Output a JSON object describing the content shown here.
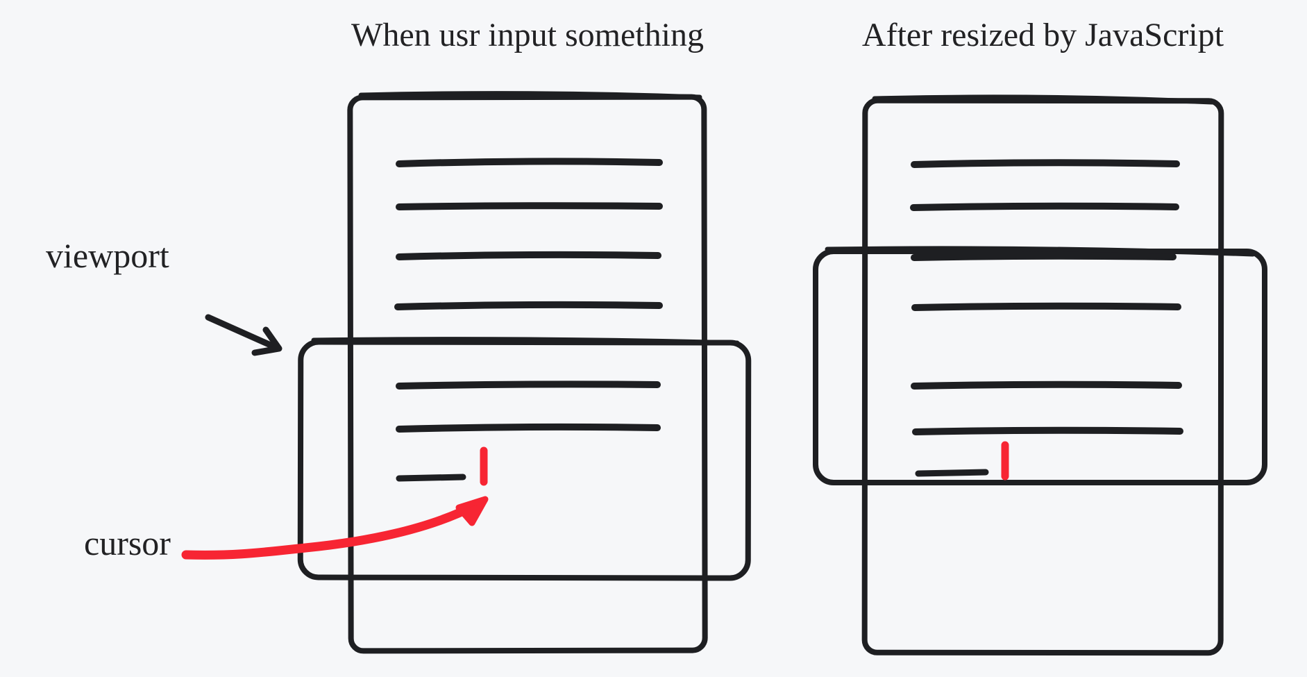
{
  "colors": {
    "background": "#f6f7f9",
    "ink": "#1e1f22",
    "accent_red": "#f72533",
    "text": "#222224"
  },
  "panels": [
    {
      "id": "before",
      "title": "When usr input something",
      "page_lines": 6,
      "has_short_line": true,
      "has_cursor_caret": true
    },
    {
      "id": "after",
      "title": "After resized by JavaScript",
      "page_lines": 6,
      "has_short_line": true,
      "has_cursor_caret": true
    }
  ],
  "annotations": {
    "viewport": {
      "label": "viewport",
      "pointer_icon": "arrow-down-right-icon"
    },
    "cursor": {
      "label": "cursor",
      "pointer_icon": "curved-arrow-up-right-icon"
    }
  }
}
